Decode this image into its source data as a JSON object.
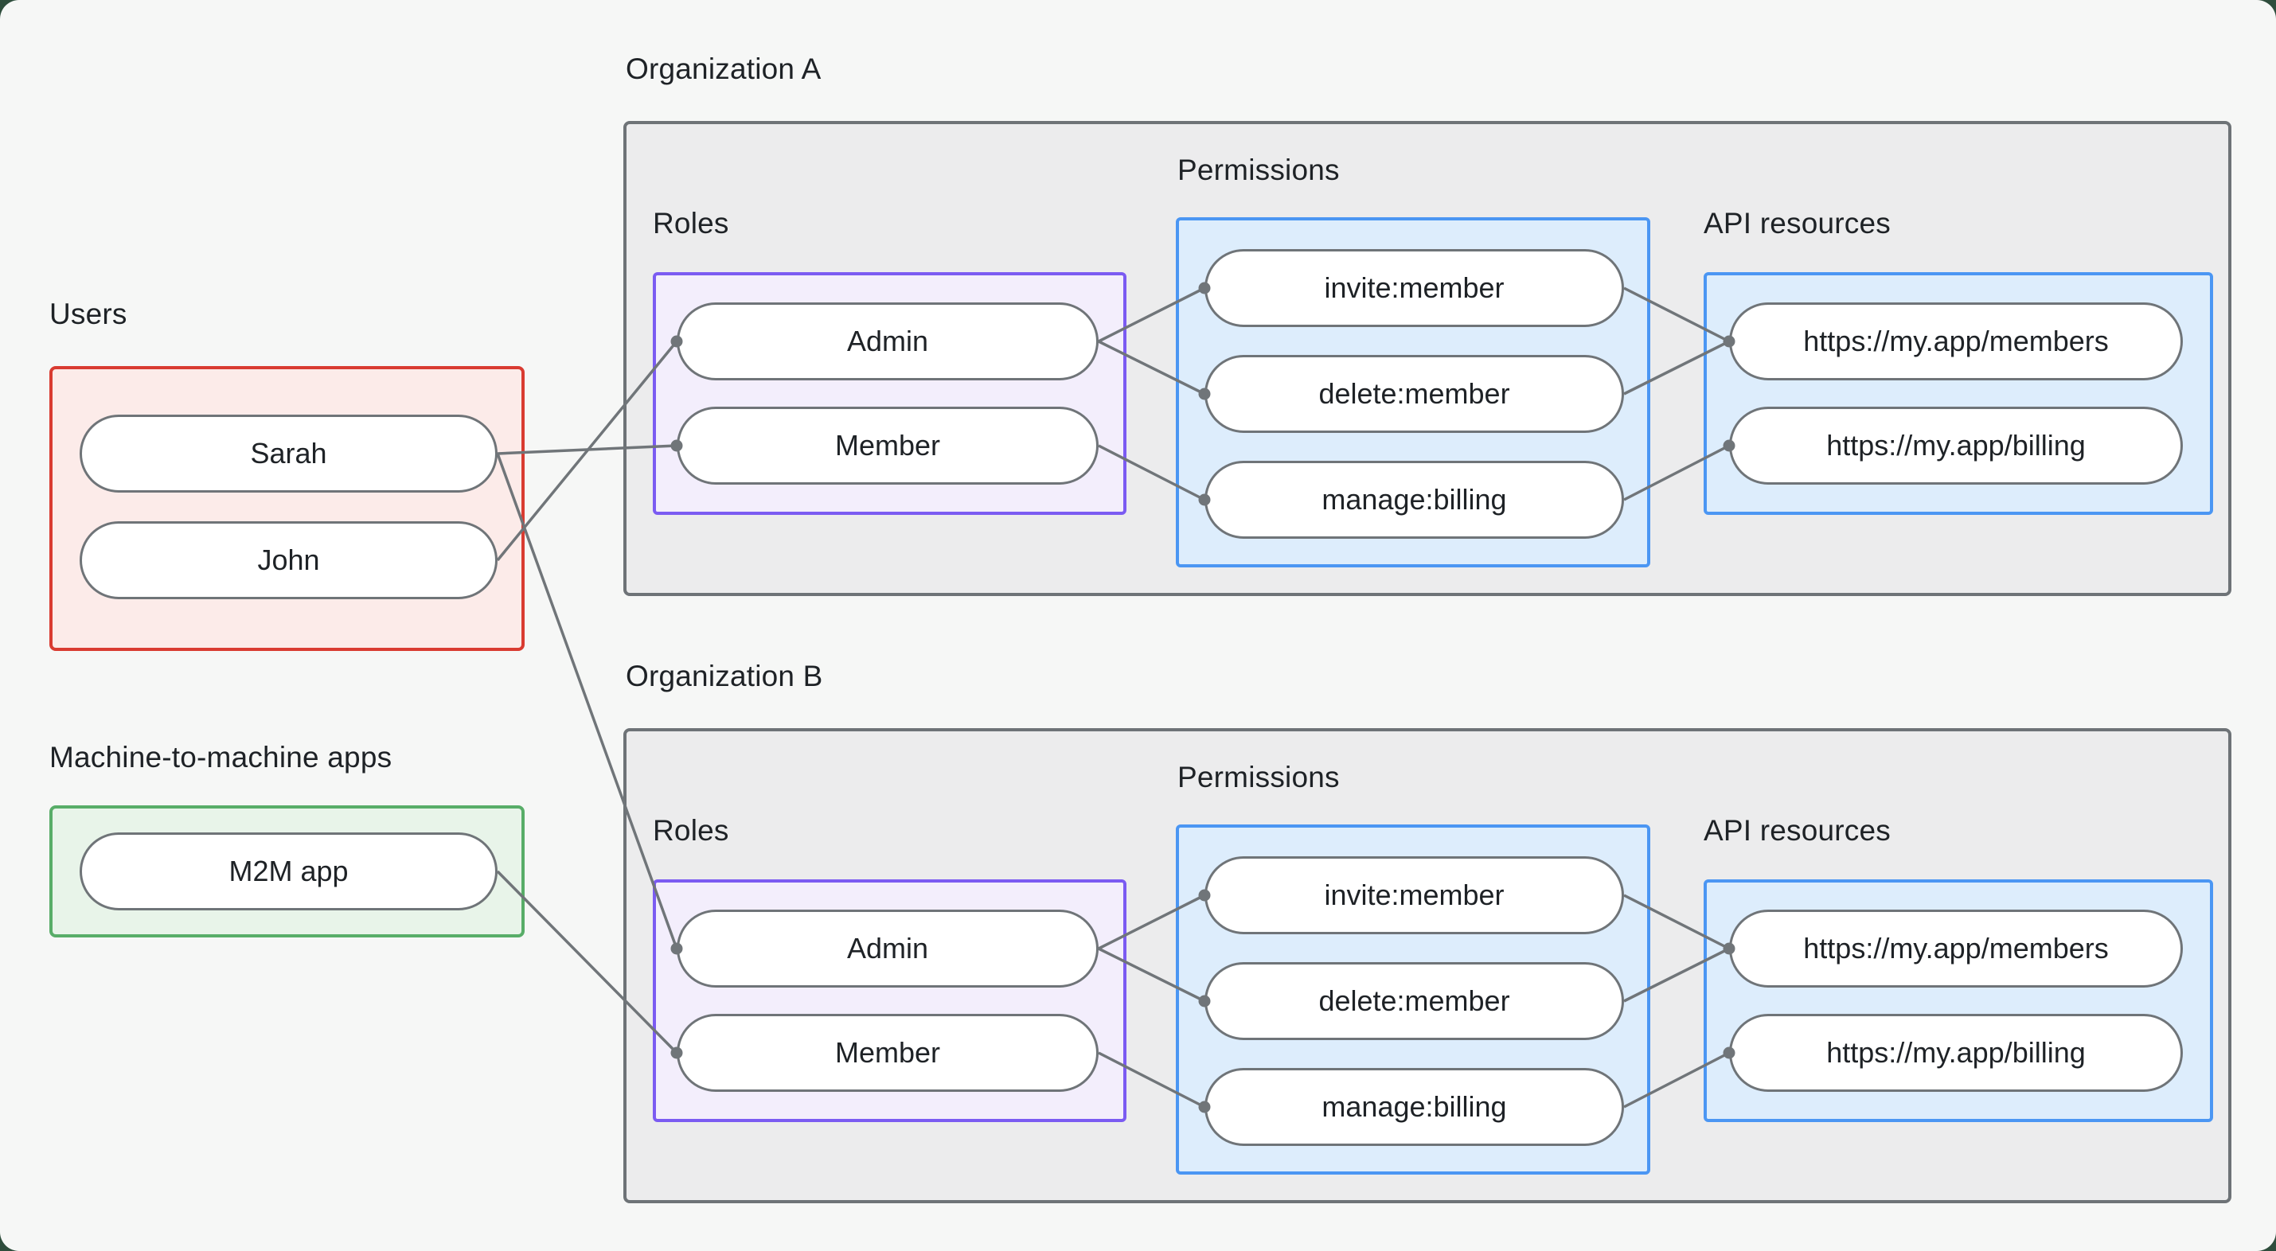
{
  "users_section": {
    "label": "Users",
    "items": [
      "Sarah",
      "John"
    ]
  },
  "m2m_section": {
    "label": "Machine-to-machine apps",
    "items": [
      "M2M app"
    ]
  },
  "orgs": [
    {
      "title": "Organization A",
      "roles": {
        "label": "Roles",
        "items": [
          "Admin",
          "Member"
        ]
      },
      "permissions": {
        "label": "Permissions",
        "items": [
          "invite:member",
          "delete:member",
          "manage:billing"
        ]
      },
      "api": {
        "label": "API resources",
        "items": [
          "https://my.app/members",
          "https://my.app/billing"
        ]
      }
    },
    {
      "title": "Organization B",
      "roles": {
        "label": "Roles",
        "items": [
          "Admin",
          "Member"
        ]
      },
      "permissions": {
        "label": "Permissions",
        "items": [
          "invite:member",
          "delete:member",
          "manage:billing"
        ]
      },
      "api": {
        "label": "API resources",
        "items": [
          "https://my.app/members",
          "https://my.app/billing"
        ]
      }
    }
  ],
  "connections": [
    {
      "from": "John",
      "to": "Organization A / Admin"
    },
    {
      "from": "Sarah",
      "to": "Organization A / Member"
    },
    {
      "from": "Sarah",
      "to": "Organization B / Admin"
    },
    {
      "from": "M2M app",
      "to": "Organization B / Member"
    },
    {
      "from": "Org A Admin",
      "to": "Org A invite:member"
    },
    {
      "from": "Org A Admin",
      "to": "Org A delete:member"
    },
    {
      "from": "Org A Member",
      "to": "Org A manage:billing"
    },
    {
      "from": "Org A invite:member",
      "to": "Org A https://my.app/members"
    },
    {
      "from": "Org A delete:member",
      "to": "Org A https://my.app/members"
    },
    {
      "from": "Org A manage:billing",
      "to": "Org A https://my.app/billing"
    },
    {
      "from": "Org B Admin",
      "to": "Org B invite:member"
    },
    {
      "from": "Org B Admin",
      "to": "Org B delete:member"
    },
    {
      "from": "Org B Member",
      "to": "Org B manage:billing"
    },
    {
      "from": "Org B invite:member",
      "to": "Org B https://my.app/members"
    },
    {
      "from": "Org B delete:member",
      "to": "Org B https://my.app/members"
    },
    {
      "from": "Org B manage:billing",
      "to": "Org B https://my.app/billing"
    }
  ],
  "colors": {
    "outer_background": "#2e4d3c",
    "page_background": "#f6f7f6",
    "text": "#1e2226",
    "connector_line": "#707579",
    "org_box_fill": "#ececed",
    "org_box_border": "#6e7377",
    "users_border": "#d93b31",
    "users_fill": "#fcebe9",
    "roles_border": "#7b5bf2",
    "roles_fill": "#f3eefc",
    "permissions_border": "#4b96f3",
    "permissions_fill": "#ddedfc",
    "m2m_border": "#58ad68",
    "m2m_fill": "#e8f4e9",
    "pill_fill": "#ffffff",
    "pill_border": "#6f7478"
  }
}
